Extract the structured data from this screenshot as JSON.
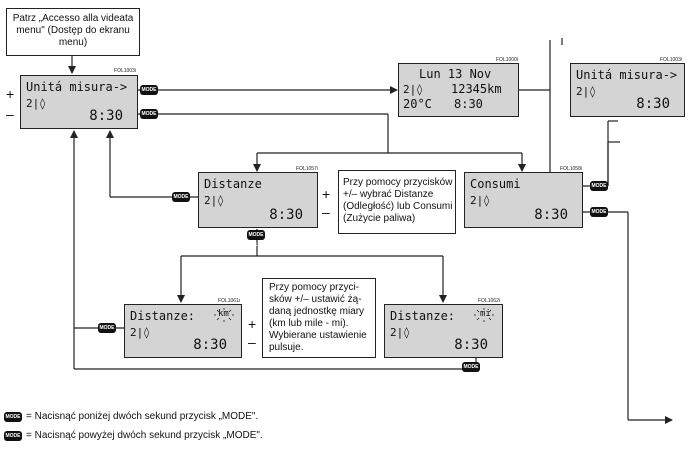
{
  "intro_box": {
    "line1": "Patrz „Accesso alla videata",
    "line2": "menu\" (Dostęp do ekranu",
    "line3": "menu)"
  },
  "note_consumi": {
    "line1": "Przy pomocy przycisków",
    "line2": "+/– wybrać Distanze",
    "line3": "(Odległość) lub Consumi",
    "line4": "(Zużycie paliwa)"
  },
  "note_units": {
    "line1": "Przy pomocy przyci-",
    "line2": "sków +/– ustawić żą-",
    "line3": "daną jednostkę miary",
    "line4": "(km lub mile - mi).",
    "line5": "Wybierane ustawienie",
    "line6": "pulsuje."
  },
  "displays": {
    "unita_left": {
      "line1": "Unitá misura->",
      "line2": "2|◊",
      "time": "8:30",
      "code": "FOL1003i"
    },
    "date": {
      "line1": "Lun 13 Nov",
      "odo": "12345km",
      "line2": "2|◊",
      "temp": "20°C",
      "time": "8:30",
      "code": "FOL1000i"
    },
    "unita_right": {
      "line1": "Unitá misura->",
      "line2": "2|◊",
      "time": "8:30",
      "code": "FOL1003i"
    },
    "distanze": {
      "line1": "Distanze",
      "line2": "2|◊",
      "time": "8:30",
      "code": "FOL1057i"
    },
    "consumi": {
      "line1": "Consumi",
      "line2": "2|◊",
      "time": "8:30",
      "code": "FOL1058i"
    },
    "dist_km": {
      "line1": "Distanze:",
      "unit": "km",
      "line2": "2|◊",
      "time": "8:30",
      "code": "FOL1061i"
    },
    "dist_mi": {
      "line1": "Distanze:",
      "unit": "mi",
      "line2": "2|◊",
      "time": "8:30",
      "code": "FOL1062i"
    }
  },
  "buttons": {
    "mode1": "MODE 1",
    "mode2": "MODE 2"
  },
  "signs": {
    "plus": "+",
    "minus": "–"
  },
  "legend": {
    "short": "= Nacisnąć poniżej dwóch sekund przycisk „MODE\".",
    "long": "= Nacisnąć powyżej dwóch sekund przycisk „MODE\"."
  }
}
